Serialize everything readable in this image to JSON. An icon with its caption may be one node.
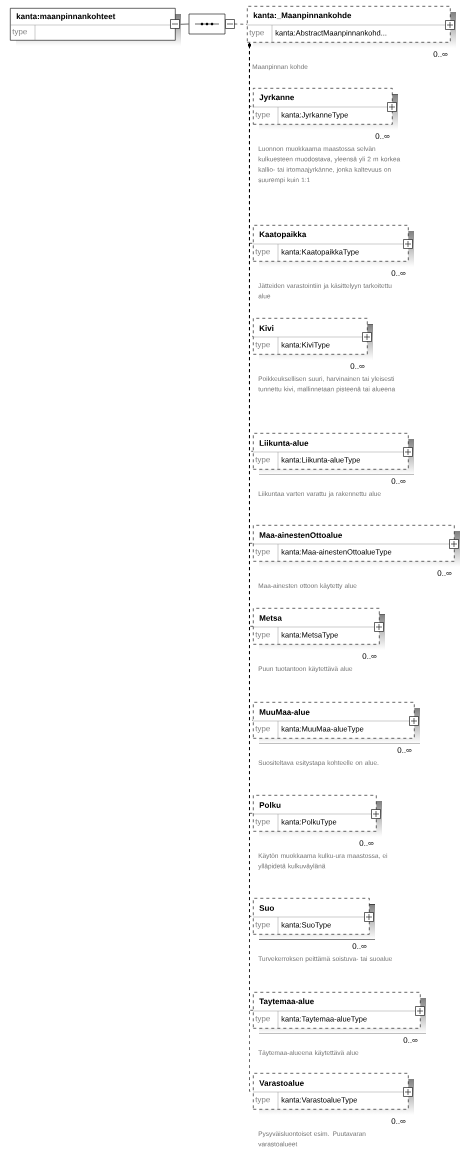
{
  "diagram": {
    "nodes": [
      {
        "text": [
          "kanta:maanpinnankohteet",
          "type"
        ]
      },
      {
        "text": [],
        "shape": "octagon"
      },
      {
        "text": [
          "kanta:_Maanpinnankohde",
          "type",
          "kanta:AbstractMaanpinnankohd..."
        ],
        "beside": [
          "0..∞",
          "Maanpinnan kohde"
        ]
      },
      {
        "text": [
          "Jyrkanne",
          "type",
          "kanta:JyrkanneType"
        ],
        "beside": [
          "0..∞",
          "Luonnon muokkaama maastossa selvän kulkuesteen muodostava, yleensä yli 2 m korkea kallio- tai irtomaajyrkänne, jonka kaltevuus on suurempi kuin 1:1"
        ]
      },
      {
        "text": [
          "Kaatopaikka",
          "type",
          "kanta:KaatopaikkaType"
        ],
        "beside": [
          "0..∞",
          "Jätteiden varastointiin ja käsittelyyn tarkoitettu alue"
        ]
      },
      {
        "text": [
          "Kivi",
          "type",
          "kanta:KiviType"
        ],
        "beside": [
          "0..∞",
          "Poikkeuksellisen suuri, harvinainen tai yleisesti tunnettu kivi, mallinnetaan pisteenä tai alueena"
        ]
      },
      {
        "text": [
          "Liikunta-alue",
          "type",
          "kanta:Liikunta-alueType"
        ],
        "beside": [
          "0..∞",
          "Liikuntaa varten varattu ja rakennettu alue"
        ]
      },
      {
        "text": [
          "Maa-ainestenOttoalue",
          "type",
          "kanta:Maa-ainestenOttoalueType"
        ],
        "beside": [
          "0..∞",
          "Maa-ainesten ottoon käytetty alue"
        ]
      },
      {
        "text": [
          "Metsa",
          "type",
          "kanta:MetsaType"
        ],
        "beside": [
          "0..∞",
          "Puun tuotantoon käytettävä alue"
        ]
      },
      {
        "text": [
          "MuuMaa-alue",
          "type",
          "kanta:MuuMaa-alueType"
        ],
        "beside": [
          "0..∞",
          "Suositeltava esitystapa kohteelle on alue."
        ]
      },
      {
        "text": [
          "Polku",
          "type",
          "kanta:PolkuType"
        ],
        "beside": [
          "0..∞",
          "Käytön muokkaama kulku-ura maastossa, ei ylläpidetä kulkuväylänä"
        ]
      },
      {
        "text": [
          "Suo",
          "type",
          "kanta:SuoType"
        ],
        "beside": [
          "0..∞",
          "Turvekerroksen peittämä soistuva- tai suoalue"
        ]
      },
      {
        "text": [
          "Taytemaa-alue",
          "type",
          "kanta:Taytemaa-alueType"
        ],
        "beside": [
          "0..∞",
          "Täytemaa-alueena käytettävä alue"
        ]
      },
      {
        "text": [
          "Varastoalue",
          "type",
          "kanta:VarastoalueType"
        ],
        "beside": [
          "0..∞",
          "Pysyväisluontoiset esim. Puutavaran varastoalueet"
        ]
      }
    ],
    "edges": [
      {
        "from": 0,
        "to": 1,
        "arrow": "none"
      },
      {
        "from": 1,
        "to": 2,
        "arrow": "none",
        "style": "dashed"
      },
      {
        "from": 3,
        "to": 2,
        "arrow": "to",
        "style": "dashed"
      },
      {
        "from": 4,
        "to": 2,
        "arrow": "to",
        "style": "dashed"
      },
      {
        "from": 5,
        "to": 2,
        "arrow": "to",
        "style": "dashed"
      },
      {
        "from": 6,
        "to": 2,
        "arrow": "to",
        "style": "dashed"
      },
      {
        "from": 7,
        "to": 2,
        "arrow": "to",
        "style": "dashed"
      },
      {
        "from": 8,
        "to": 2,
        "arrow": "to",
        "style": "dashed"
      },
      {
        "from": 9,
        "to": 2,
        "arrow": "to",
        "style": "dashed"
      },
      {
        "from": 10,
        "to": 2,
        "arrow": "to",
        "style": "dashed"
      },
      {
        "from": 11,
        "to": 2,
        "arrow": "to",
        "style": "dashed"
      },
      {
        "from": 12,
        "to": 2,
        "arrow": "to",
        "style": "dashed"
      },
      {
        "from": 13,
        "to": 2,
        "arrow": "to",
        "style": "dashed"
      }
    ]
  }
}
